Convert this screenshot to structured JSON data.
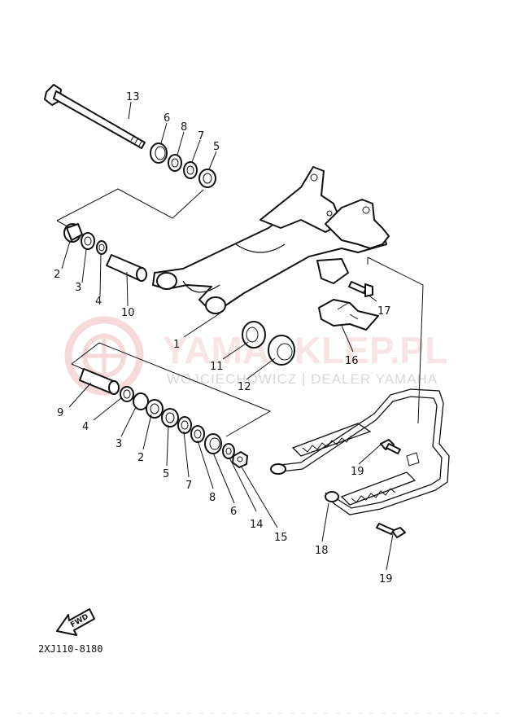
{
  "watermark": {
    "brand": "YAMASKLEP.PL",
    "subtitle": "WOJCIECHOWICZ | DEALER YAMAHA"
  },
  "diagram_code": "2XJ110-8180",
  "fwd_label": "FWD",
  "labels": {
    "p1": "1",
    "p2a": "2",
    "p2b": "2",
    "p3a": "3",
    "p3b": "3",
    "p4a": "4",
    "p4b": "4",
    "p5a": "5",
    "p5b": "5",
    "p6a": "6",
    "p6b": "6",
    "p7a": "7",
    "p7b": "7",
    "p8a": "8",
    "p8b": "8",
    "p9": "9",
    "p10": "10",
    "p11": "11",
    "p12": "12",
    "p13": "13",
    "p14": "14",
    "p15": "15",
    "p16": "16",
    "p17": "17",
    "p18": "18",
    "p19a": "19",
    "p19b": "19"
  }
}
